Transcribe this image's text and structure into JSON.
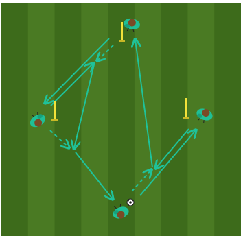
{
  "pitch": {
    "grass_light": "#4a7a23",
    "grass_dark": "#3d6b1b",
    "arrow_color": "#1fc29a",
    "pole_color": "#f2e23a",
    "shirt_color": "#1fbf96",
    "hair_color": "#7a4a26"
  },
  "drill": {
    "players": [
      {
        "name": "player-top"
      },
      {
        "name": "player-left"
      },
      {
        "name": "player-right"
      },
      {
        "name": "player-bottom"
      }
    ],
    "poles": [
      {
        "name": "pole-top"
      },
      {
        "name": "pole-left"
      },
      {
        "name": "pole-right"
      }
    ],
    "ball": {
      "name": "ball"
    }
  }
}
